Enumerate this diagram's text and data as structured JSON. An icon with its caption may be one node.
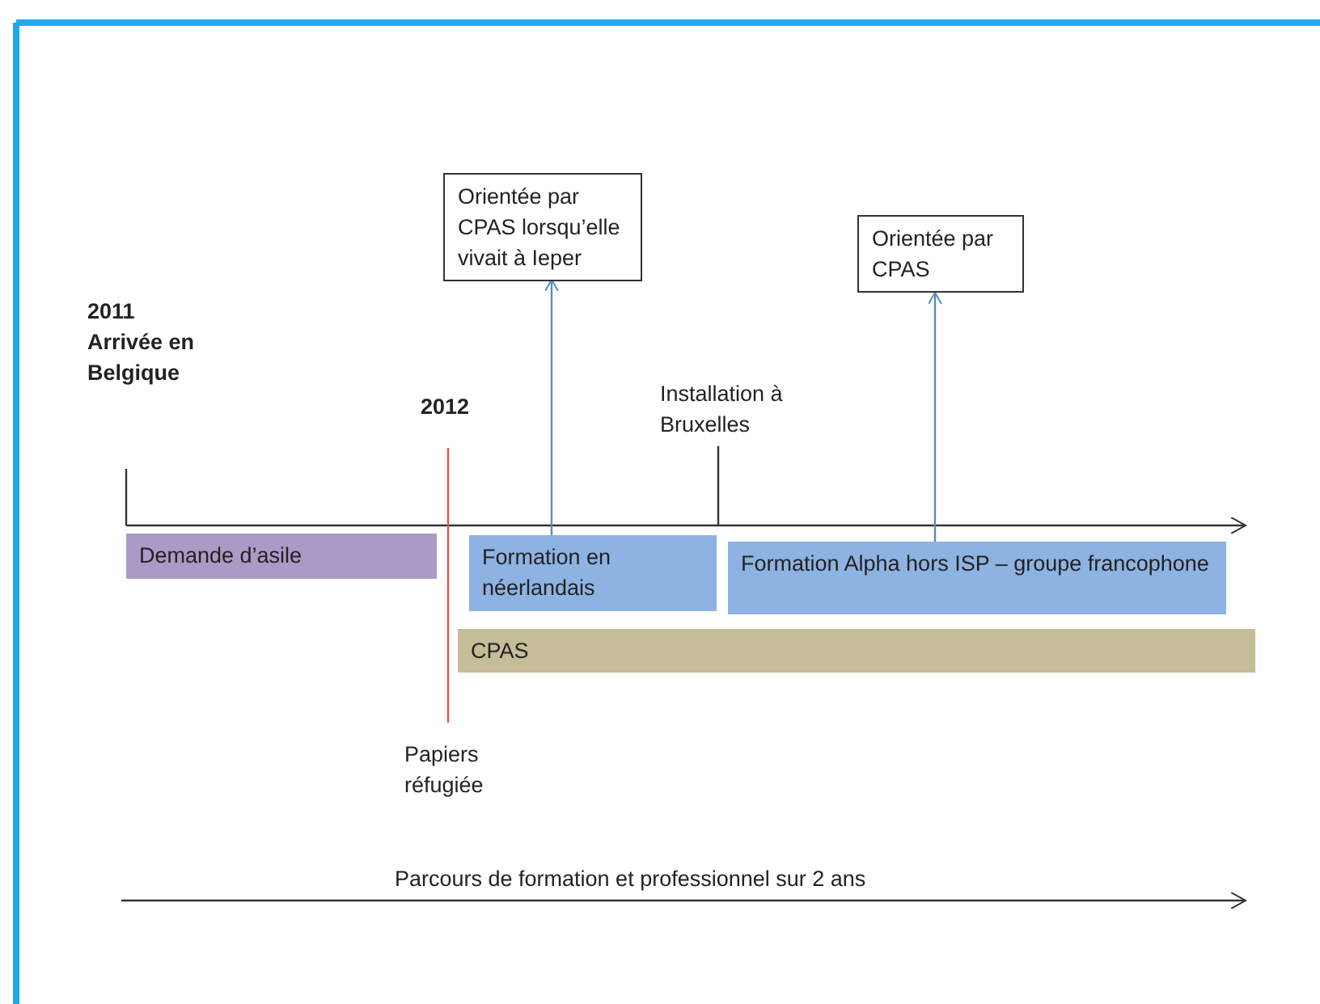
{
  "diagram": {
    "nodes": [
      {
        "text": [
          "Orientée par CPAS lorsqu’elle vivait à Ieper"
        ]
      },
      {
        "text": [
          "Orientée par CPAS"
        ]
      },
      {
        "text": [
          "Demande d’asile"
        ]
      },
      {
        "text": [
          "Formation en néerlandais"
        ]
      },
      {
        "text": [
          "Formation Alpha hors ISP – groupe francophone"
        ]
      },
      {
        "text": [
          "CPAS"
        ]
      }
    ],
    "edges": [
      {
        "from": 3,
        "to": 0,
        "arrow": "to"
      },
      {
        "from": 4,
        "to": 1,
        "arrow": "to"
      }
    ],
    "labels": [
      "2011 Arrivée en Belgique",
      "2012",
      "Installation à Bruxelles",
      "Papiers réfugiée",
      "Parcours de formation et professionnel sur 2 ans"
    ]
  }
}
